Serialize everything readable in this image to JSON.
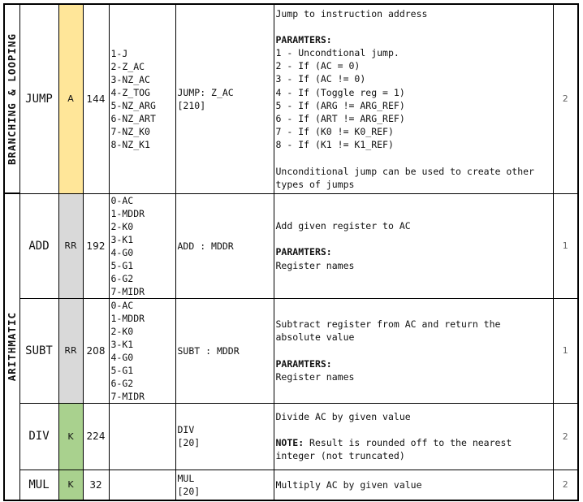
{
  "groups": [
    {
      "label": "BRANCHING & LOOPING"
    },
    {
      "label": "ARITHMATIC"
    }
  ],
  "instructions": [
    {
      "name": "JUMP",
      "type": "A",
      "opcode": "144",
      "params": "1-J\n2-Z_AC\n3-NZ_AC\n4-Z_TOG\n5-NZ_ARG\n6-NZ_ART\n7-NZ_K0\n8-NZ_K1",
      "example_line1": "JUMP: Z_AC",
      "example_line2": "[210]",
      "desc_line1": "Jump to instruction address",
      "desc_heading": "PARAMTERS:",
      "desc_list": [
        "1 - Uncondtional jump.",
        "2 - If (AC = 0)",
        "3 - If (AC != 0)",
        "4 - If (Toggle reg = 1)",
        "5 - If (ARG != ARG_REF)",
        "6 - If (ART != ARG_REF)",
        "7 - If (K0 != K0_REF)",
        "8 - If (K1 != K1_REF)"
      ],
      "desc_footer": "Unconditional jump can be used to create other types of jumps",
      "hint": "2"
    },
    {
      "name": "ADD",
      "type": "RR",
      "opcode": "192",
      "params": "0-AC\n1-MDDR\n2-K0\n3-K1\n4-G0\n5-G1\n6-G2\n7-MIDR",
      "example_line1": "ADD : MDDR",
      "desc_line1": "Add given register to AC",
      "desc_heading": "PARAMTERS:",
      "desc_line2": "Register names",
      "hint": "1"
    },
    {
      "name": "SUBT",
      "type": "RR",
      "opcode": "208",
      "params": "0-AC\n1-MDDR\n2-K0\n3-K1\n4-G0\n5-G1\n6-G2\n7-MIDR",
      "example_line1": "SUBT : MDDR",
      "desc_line1": "Subtract register from AC and return the absolute value",
      "desc_heading": "PARAMTERS:",
      "desc_line2": "Register names",
      "hint": "1"
    },
    {
      "name": "DIV",
      "type": "K",
      "opcode": "224",
      "params": "",
      "example_line1": "DIV",
      "example_line2": "[20]",
      "desc_line1": "Divide AC by given value",
      "desc_note_label": "NOTE:",
      "desc_note_text": " Result is rounded off to the nearest integer (not truncated)",
      "hint": "2"
    },
    {
      "name": "MUL",
      "type": "K",
      "opcode": "32",
      "params": "",
      "example_line1": "MUL",
      "example_line2": "[20]",
      "desc_line1": "Multiply AC by given value",
      "hint": "2"
    }
  ],
  "colors": {
    "type_a": "#ffe699",
    "type_rr": "#d9d9d9",
    "type_k": "#a9d18e"
  }
}
